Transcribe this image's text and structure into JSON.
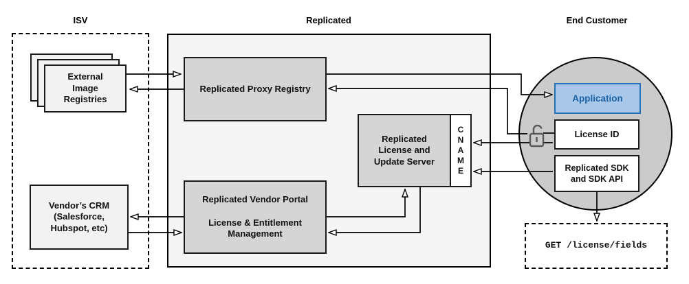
{
  "diagram": {
    "type": "architecture-diagram",
    "sections": {
      "isv": {
        "title": "ISV"
      },
      "replicated": {
        "title": "Replicated"
      },
      "end_customer": {
        "title": "End Customer"
      }
    },
    "nodes": {
      "external_registries": {
        "label": "External\nImage\nRegistries"
      },
      "vendor_crm": {
        "label": "Vendor’s CRM\n(Salesforce,\nHubspot, etc)"
      },
      "proxy_registry": {
        "label": "Replicated Proxy Registry"
      },
      "license_update_server": {
        "label": "Replicated\nLicense and\nUpdate Server"
      },
      "cname": {
        "label": "C\nN\nA\nM\nE"
      },
      "vendor_portal": {
        "label": "Replicated Vendor Portal\n\nLicense & Entitlement\nManagement"
      },
      "application": {
        "label": "Application"
      },
      "license_id": {
        "label": "License ID"
      },
      "replicated_sdk": {
        "label": "Replicated SDK\nand SDK API"
      },
      "get_license_fields": {
        "label": "GET /license/fields"
      }
    },
    "icons": {
      "lock": "unlocked-padlock-icon"
    },
    "colors": {
      "application_fill": "#A9C7E9",
      "application_border": "#2471B9",
      "application_text": "#1C63A8",
      "inner_node_fill": "#D5D5D5",
      "replicated_container_fill": "#F5F5F5",
      "light_node_fill": "#F2F2F2",
      "customer_circle_fill": "#CBCBCB",
      "line_color": "#000000"
    },
    "connections": [
      "external-registries -> proxy-registry",
      "proxy-registry -> external-registries",
      "proxy-registry -> application",
      "license-id -> proxy-registry",
      "vendor-portal -> vendor-crm",
      "vendor-crm -> vendor-portal",
      "vendor-portal -> license-update-server",
      "license-update-server -> vendor-portal",
      "license-id -> cname",
      "replicated-sdk -> cname",
      "replicated-sdk -> get-license-fields"
    ]
  }
}
